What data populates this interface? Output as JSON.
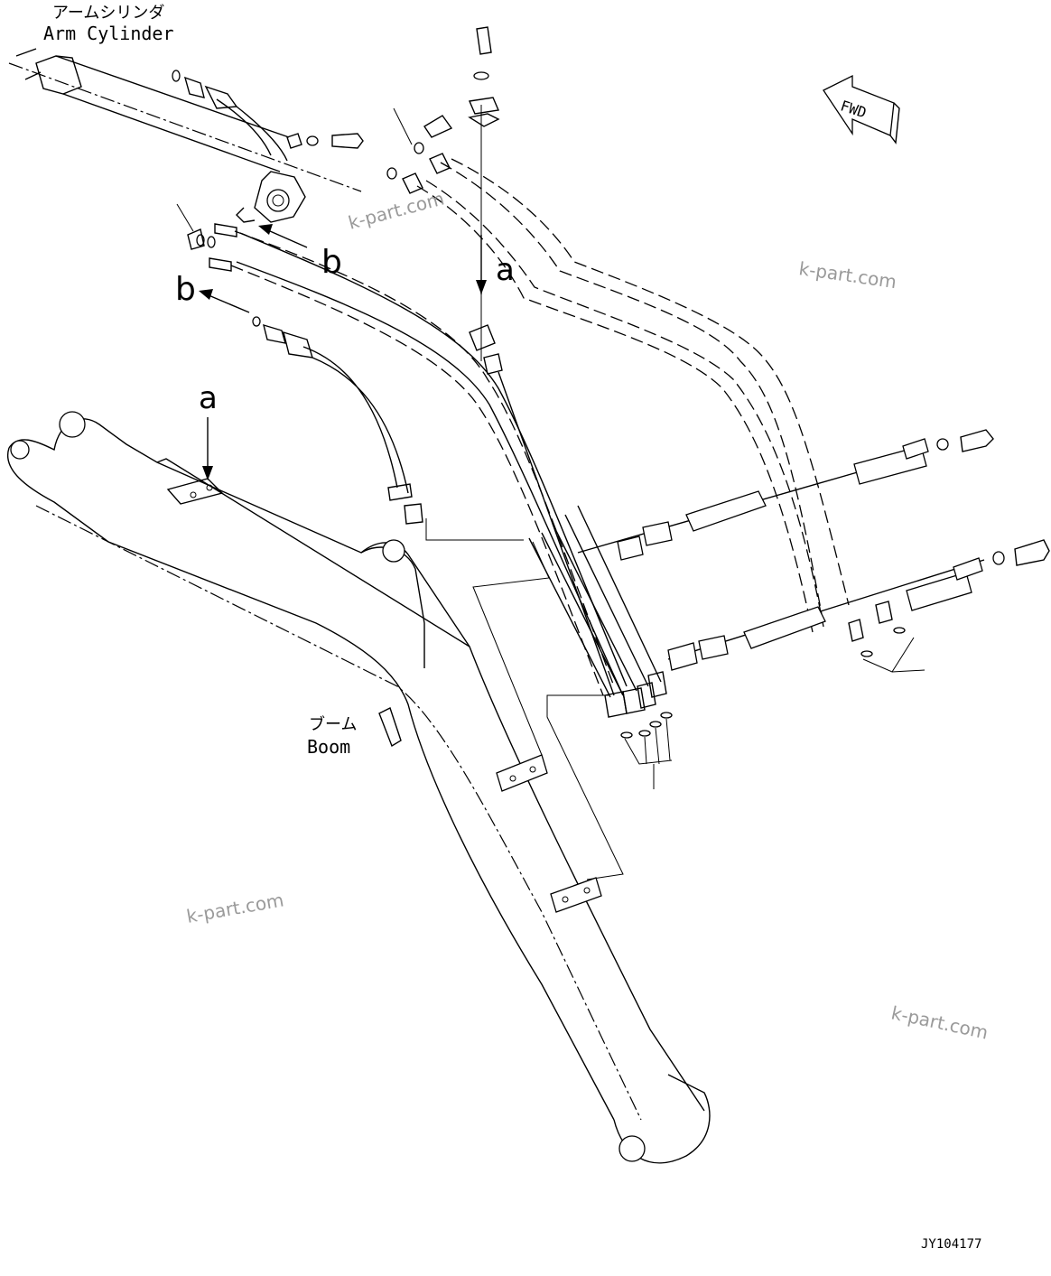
{
  "labels": {
    "arm_cylinder_jp": "アームシリンダ",
    "arm_cylinder_en": "Arm Cylinder",
    "boom_jp": "ブーム",
    "boom_en": "Boom",
    "fwd": "FWD",
    "ref_a": "a",
    "ref_b": "b",
    "drawing_code": "JY104177"
  },
  "watermark": "k-part.com",
  "colors": {
    "line": "#000000",
    "background": "#ffffff",
    "watermark": "#9a9a9a"
  }
}
